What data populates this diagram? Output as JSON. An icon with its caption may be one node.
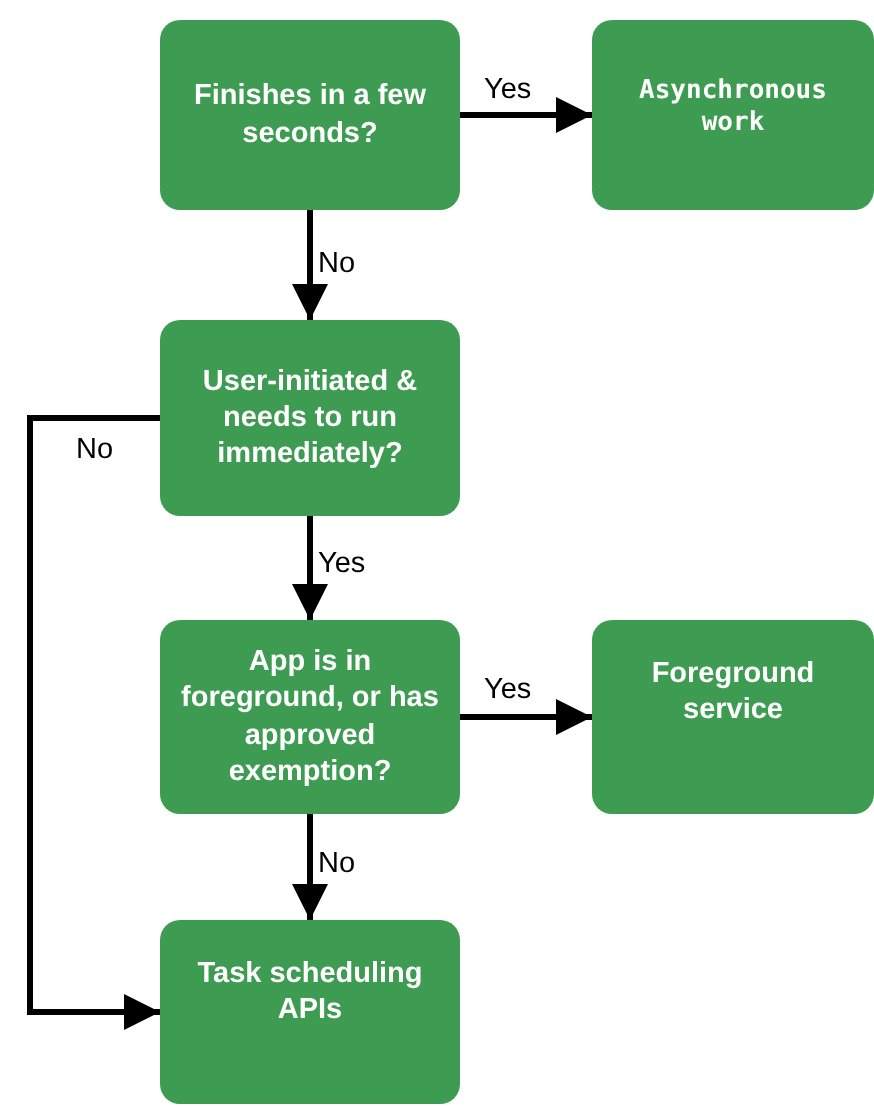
{
  "diagram": {
    "nodes": [
      {
        "text": [
          "Finishes in a few seconds?"
        ]
      },
      {
        "text": [
          "Asynchronous work"
        ]
      },
      {
        "text": [
          "User-initiated & needs to run immediately?"
        ]
      },
      {
        "text": [
          "App is in foreground, or has approved exemption?"
        ]
      },
      {
        "text": [
          "Foreground service"
        ]
      },
      {
        "text": [
          "Task scheduling APIs"
        ]
      }
    ],
    "edges": [
      {
        "from": 0,
        "to": 1,
        "arrow": "to",
        "label": "Yes"
      },
      {
        "from": 0,
        "to": 2,
        "arrow": "to",
        "label": "No"
      },
      {
        "from": 2,
        "to": 3,
        "arrow": "to",
        "label": "Yes"
      },
      {
        "from": 3,
        "to": 4,
        "arrow": "to",
        "label": "Yes"
      },
      {
        "from": 3,
        "to": 5,
        "arrow": "to",
        "label": "No"
      },
      {
        "from": 2,
        "to": 5,
        "arrow": "to",
        "label": "No"
      }
    ]
  }
}
